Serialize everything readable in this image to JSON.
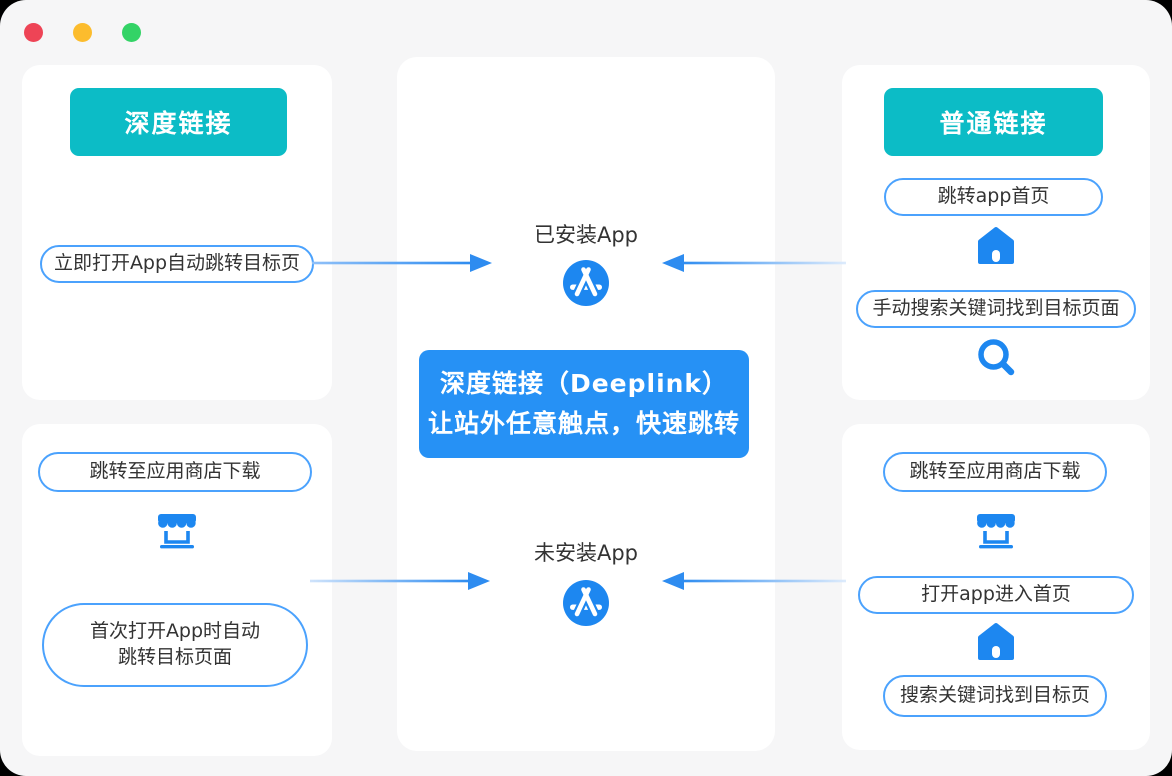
{
  "window": {
    "traffic_lights": {
      "close_color": "#ee4456",
      "minimize_color": "#fcbc2d",
      "zoom_color": "#33d366"
    },
    "background": "#f6f6f7"
  },
  "colors": {
    "teal_header": "#0cbcc6",
    "banner_blue": "#2691f5",
    "icon_blue": "#1d87f0",
    "pill_border": "#4ba2fd",
    "arrow_blue": "#2e8cf0",
    "text": "#333333",
    "panel_bg": "#ffffff"
  },
  "icons": {
    "appstore": "appstore-icon",
    "home": "home-icon",
    "search": "search-icon",
    "store": "store-icon"
  },
  "left_top": {
    "header": "深度链接",
    "pill_open": "立即打开App自动跳转目标页"
  },
  "left_bottom": {
    "pill_store": "跳转至应用商店下载",
    "oval_line1": "首次打开App时自动",
    "oval_line2": "跳转目标页面"
  },
  "center": {
    "installed_label": "已安装App",
    "not_installed_label": "未安装App",
    "banner_line1": "深度链接（Deeplink）",
    "banner_line2": "让站外任意触点，快速跳转"
  },
  "right_top": {
    "header": "普通链接",
    "pill_home": "跳转app首页",
    "pill_search": "手动搜索关键词找到目标页面"
  },
  "right_bottom": {
    "pill_store": "跳转至应用商店下载",
    "pill_open": "打开app进入首页",
    "pill_keyword": "搜索关键词找到目标页"
  }
}
